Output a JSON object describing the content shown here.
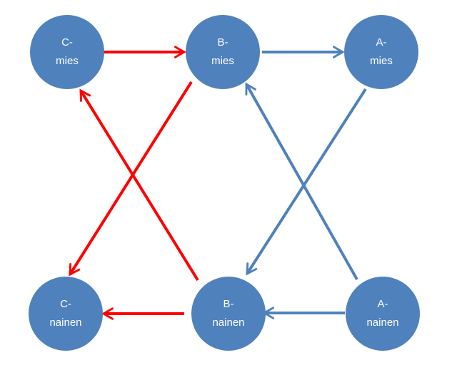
{
  "colors": {
    "node_fill": "#4f81bd",
    "arrow_red": "#ff0000",
    "arrow_blue": "#4f81bd",
    "background": "#ffffff"
  },
  "nodes": [
    {
      "id": "c-mies",
      "line1": "C-",
      "line2": "mies"
    },
    {
      "id": "b-mies",
      "line1": "B-",
      "line2": "mies"
    },
    {
      "id": "a-mies",
      "line1": "A-",
      "line2": "mies"
    },
    {
      "id": "c-nainen",
      "line1": "C-",
      "line2": "nainen"
    },
    {
      "id": "b-nainen",
      "line1": "B-",
      "line2": "nainen"
    },
    {
      "id": "a-nainen",
      "line1": "A-",
      "line2": "nainen"
    }
  ],
  "edges": [
    {
      "from": "c-mies",
      "to": "b-mies",
      "color": "red"
    },
    {
      "from": "b-mies",
      "to": "a-mies",
      "color": "blue"
    },
    {
      "from": "b-mies",
      "to": "c-nainen",
      "color": "red"
    },
    {
      "from": "b-nainen",
      "to": "c-mies",
      "color": "red"
    },
    {
      "from": "a-mies",
      "to": "b-nainen",
      "color": "blue"
    },
    {
      "from": "a-nainen",
      "to": "b-mies",
      "color": "blue"
    },
    {
      "from": "b-nainen",
      "to": "c-nainen",
      "color": "red"
    },
    {
      "from": "a-nainen",
      "to": "b-nainen",
      "color": "blue"
    }
  ]
}
